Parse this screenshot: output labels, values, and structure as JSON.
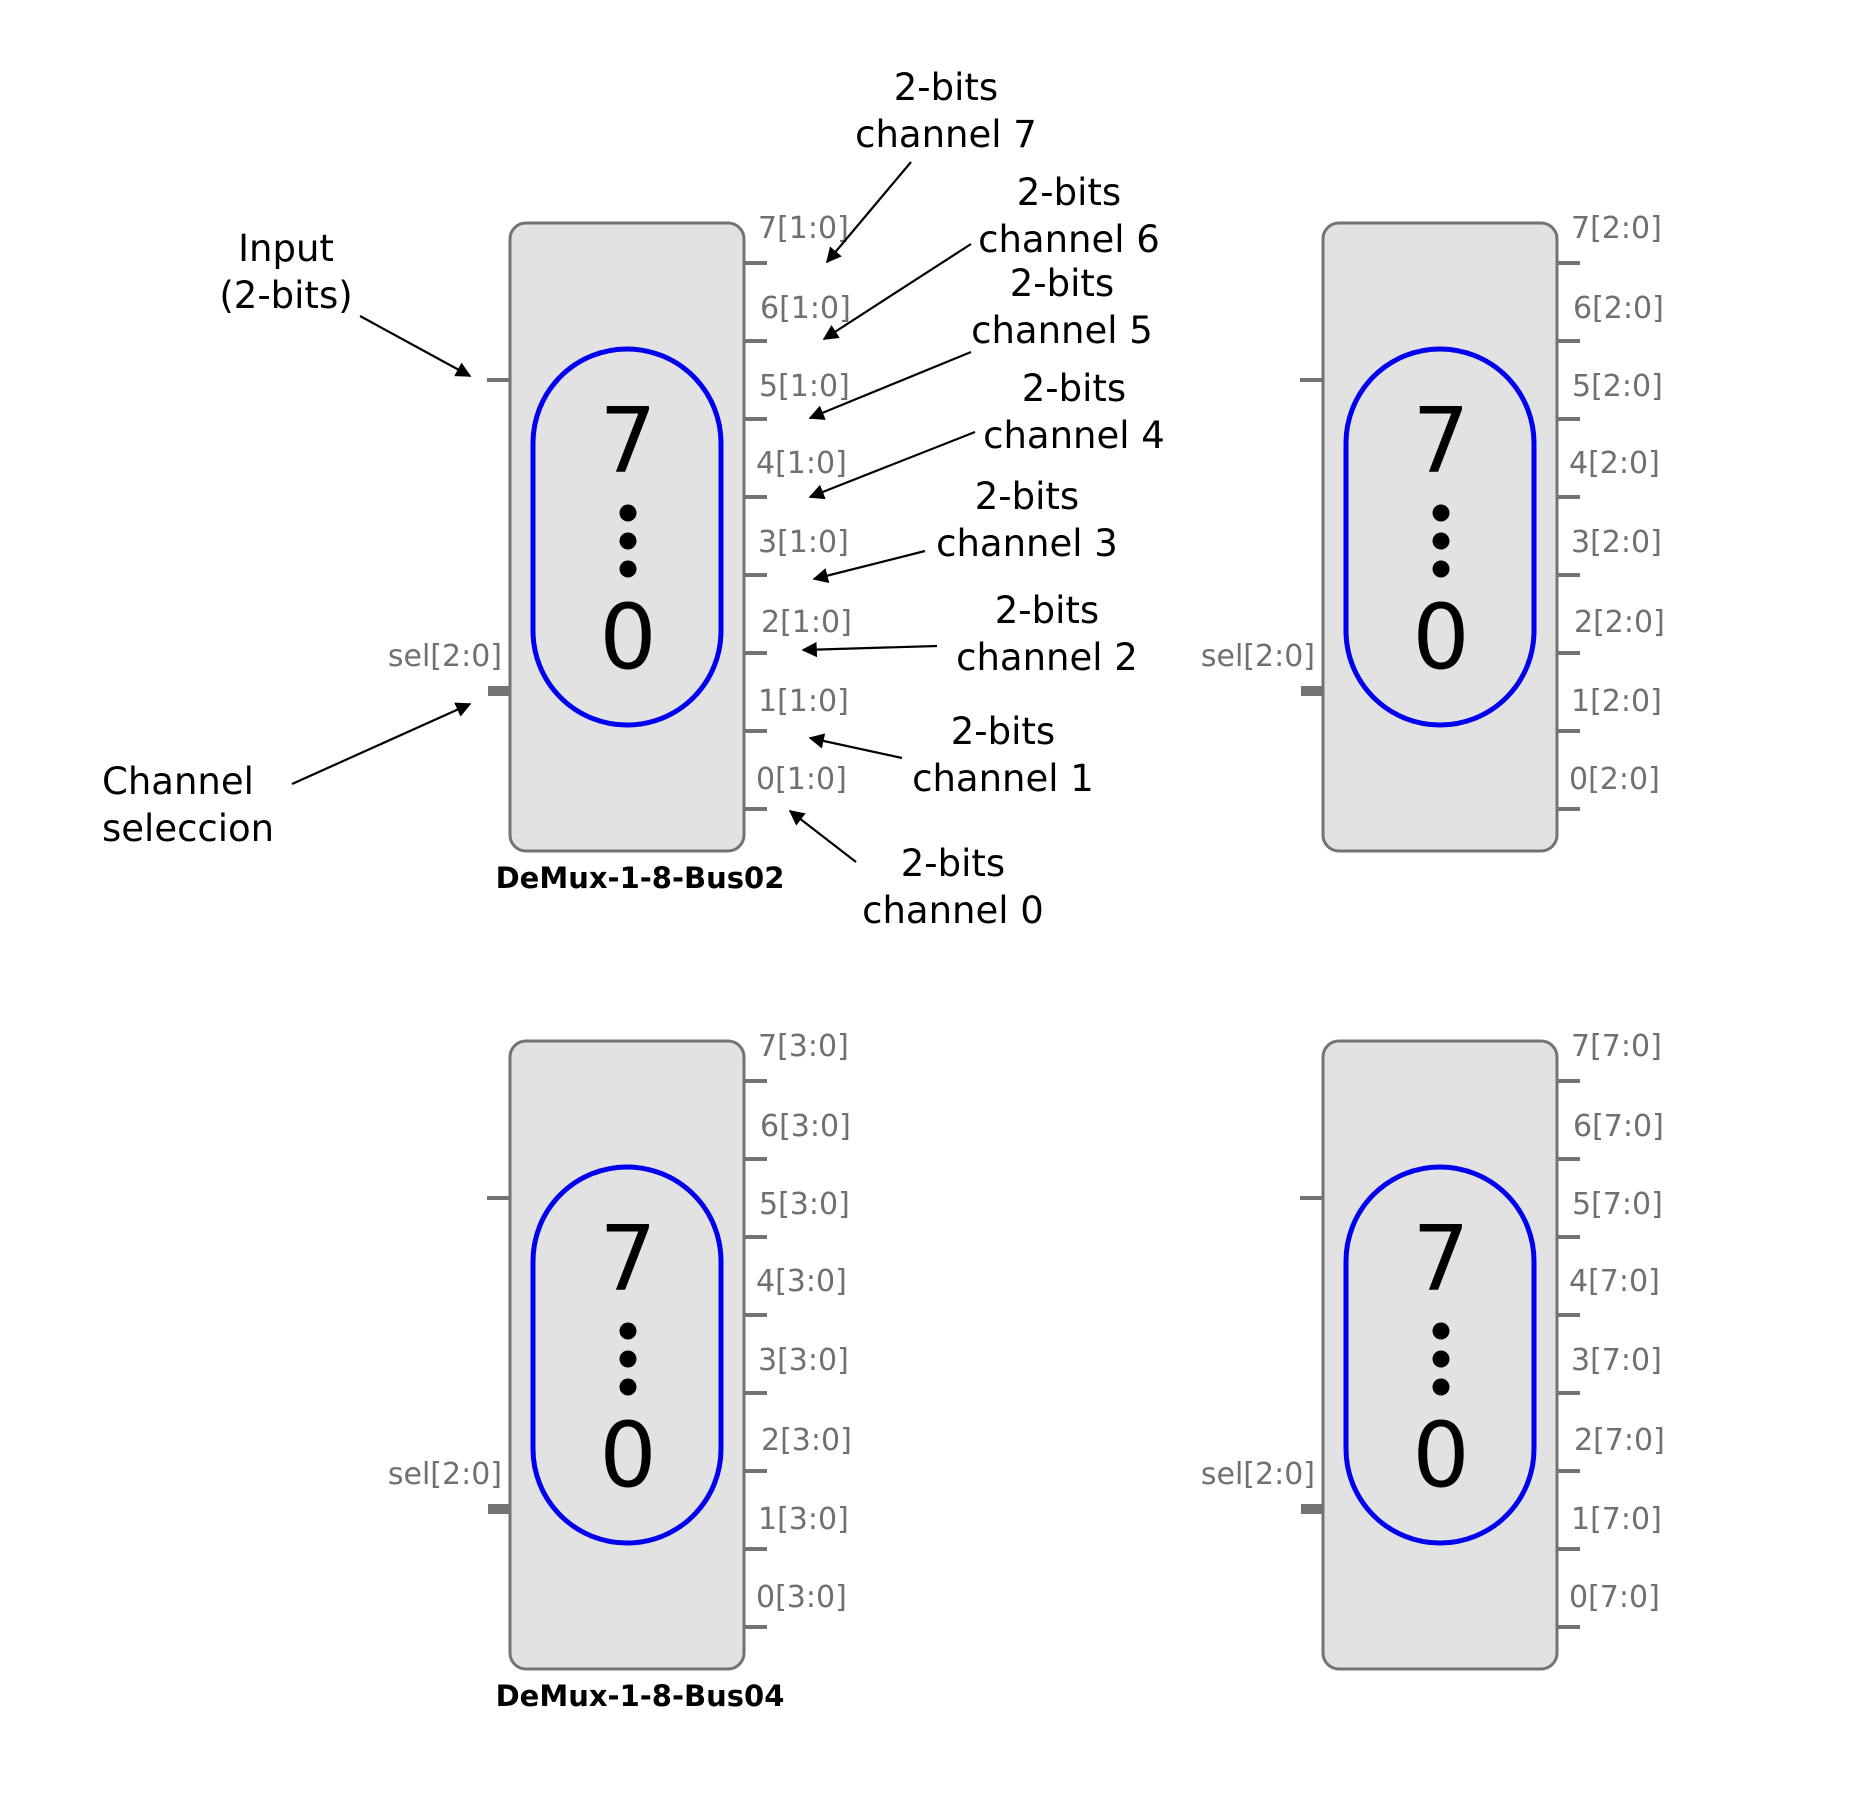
{
  "blocks": [
    {
      "title": "DeMux-1-8-Bus02",
      "sel_label": "sel[2:0]",
      "outputs": [
        "7[1:0]",
        "6[1:0]",
        "5[1:0]",
        "4[1:0]",
        "3[1:0]",
        "2[1:0]",
        "1[1:0]",
        "0[1:0]"
      ],
      "top_digit": "7",
      "bottom_digit": "0"
    },
    {
      "title": "DeMux-1-8-Bus03",
      "sel_label": "sel[2:0]",
      "outputs": [
        "7[2:0]",
        "6[2:0]",
        "5[2:0]",
        "4[2:0]",
        "3[2:0]",
        "2[2:0]",
        "1[2:0]",
        "0[2:0]"
      ],
      "top_digit": "7",
      "bottom_digit": "0"
    },
    {
      "title": "DeMux-1-8-Bus04",
      "sel_label": "sel[2:0]",
      "outputs": [
        "7[3:0]",
        "6[3:0]",
        "5[3:0]",
        "4[3:0]",
        "3[3:0]",
        "2[3:0]",
        "1[3:0]",
        "0[3:0]"
      ],
      "top_digit": "7",
      "bottom_digit": "0"
    },
    {
      "title": "DeMux-1-8-Bus08",
      "sel_label": "sel[2:0]",
      "outputs": [
        "7[7:0]",
        "6[7:0]",
        "5[7:0]",
        "4[7:0]",
        "3[7:0]",
        "2[7:0]",
        "1[7:0]",
        "0[7:0]"
      ],
      "top_digit": "7",
      "bottom_digit": "0"
    }
  ],
  "annotations": {
    "input": [
      "Input",
      "(2-bits)"
    ],
    "selection": [
      "Channel",
      "seleccion"
    ],
    "channels": [
      [
        "2-bits",
        "channel 7"
      ],
      [
        "2-bits",
        "channel 6"
      ],
      [
        "2-bits",
        "channel 5"
      ],
      [
        "2-bits",
        "channel 4"
      ],
      [
        "2-bits",
        "channel 3"
      ],
      [
        "2-bits",
        "channel 2"
      ],
      [
        "2-bits",
        "channel 1"
      ],
      [
        "2-bits",
        "channel 0"
      ]
    ]
  },
  "colors": {
    "block_fill": "#e2e2e2",
    "block_stroke": "#737373",
    "pin": "#737373",
    "pin_label": "#707070",
    "oval": "#0000ee",
    "text": "#000000"
  }
}
